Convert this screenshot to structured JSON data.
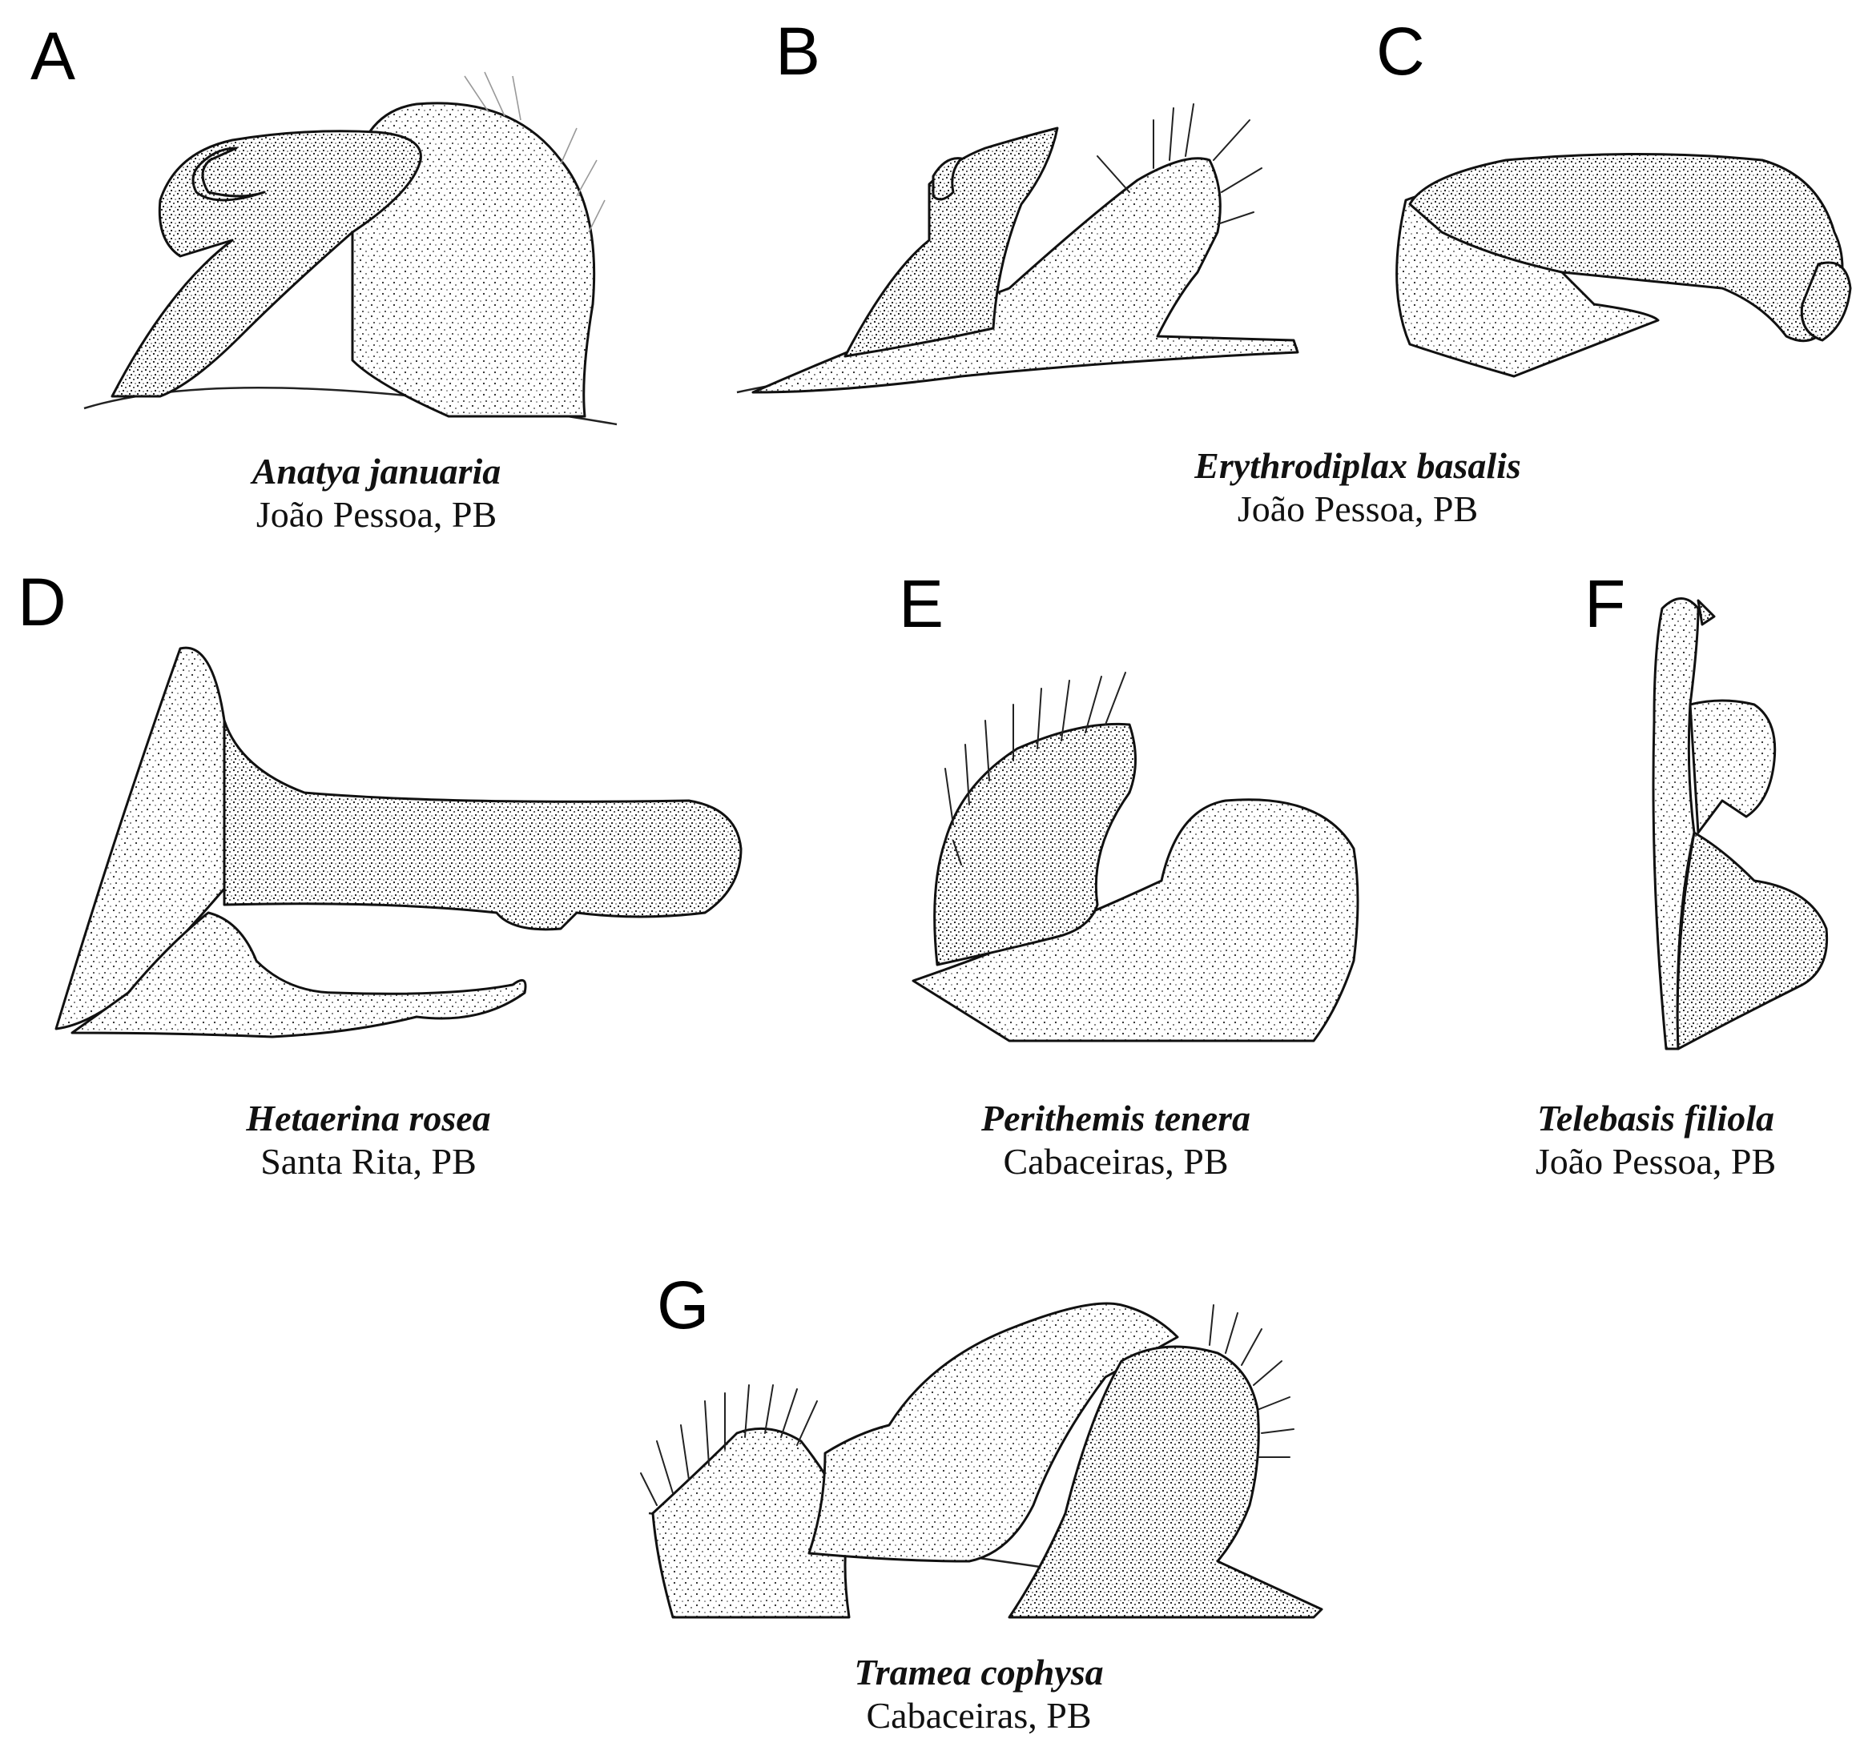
{
  "panels": [
    {
      "letter": "A",
      "species": "Anatya januaria",
      "locality": "João Pessoa, PB"
    },
    {
      "letter": "B",
      "species": "",
      "locality": ""
    },
    {
      "letter": "C",
      "species": "Erythrodiplax basalis",
      "locality": "João Pessoa, PB"
    },
    {
      "letter": "D",
      "species": "Hetaerina rosea",
      "locality": "Santa Rita, PB"
    },
    {
      "letter": "E",
      "species": "Perithemis tenera",
      "locality": "Cabaceiras, PB"
    },
    {
      "letter": "F",
      "species": "Telebasis filiola",
      "locality": "João Pessoa, PB"
    },
    {
      "letter": "G",
      "species": "Tramea cophysa",
      "locality": "Cabaceiras, PB"
    }
  ]
}
